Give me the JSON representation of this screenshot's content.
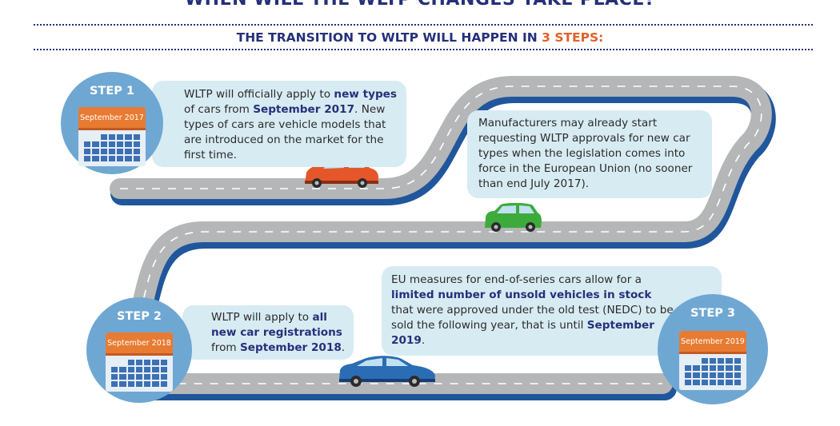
{
  "header": {
    "title": "WHEN WILL THE WLTP CHANGES TAKE PLACE?",
    "subtitle_prefix": "THE TRANSITION TO WLTP WILL HAPPEN IN",
    "subtitle_highlight": "3 STEPS:",
    "highlight_color": "#e0612a"
  },
  "steps": [
    {
      "label": "STEP 1",
      "calendar": "September 2017"
    },
    {
      "label": "STEP 2",
      "calendar": "September 2018"
    },
    {
      "label": "STEP 3",
      "calendar": "September 2019"
    }
  ],
  "bubbles": {
    "b1": {
      "t1": "WLTP will officially apply to ",
      "t2": "new types",
      "t3": " of cars from ",
      "t4": "September 2017",
      "t5": ". New types of cars are vehicle models that are introduced on the market for the first time."
    },
    "b2": {
      "t1": "Manufacturers may already start requesting WLTP approvals for new car types when the legislation comes into force in the European Union (no sooner than end July 2017)."
    },
    "b3": {
      "t1": "WLTP will apply to ",
      "t2": "all new car registrations",
      "t3": " from ",
      "t4": "September 2018",
      "t5": "."
    },
    "b4": {
      "t1": "EU measures for end-of-series cars allow for a ",
      "t2": "limited number of unsold vehicles in stock",
      "t3": " that were approved under the old test (NEDC) to be sold the following year, that is until ",
      "t4": "September 2019",
      "t5": "."
    }
  },
  "colors": {
    "road": "#b4b6b8",
    "road_edge": "#20569c",
    "car_orange": "#e5572b",
    "car_green": "#3cab3c",
    "car_blue": "#2a6db5",
    "step_circle": "#6fa7d3",
    "bubble": "#d7ebf2",
    "title": "#25307a"
  }
}
